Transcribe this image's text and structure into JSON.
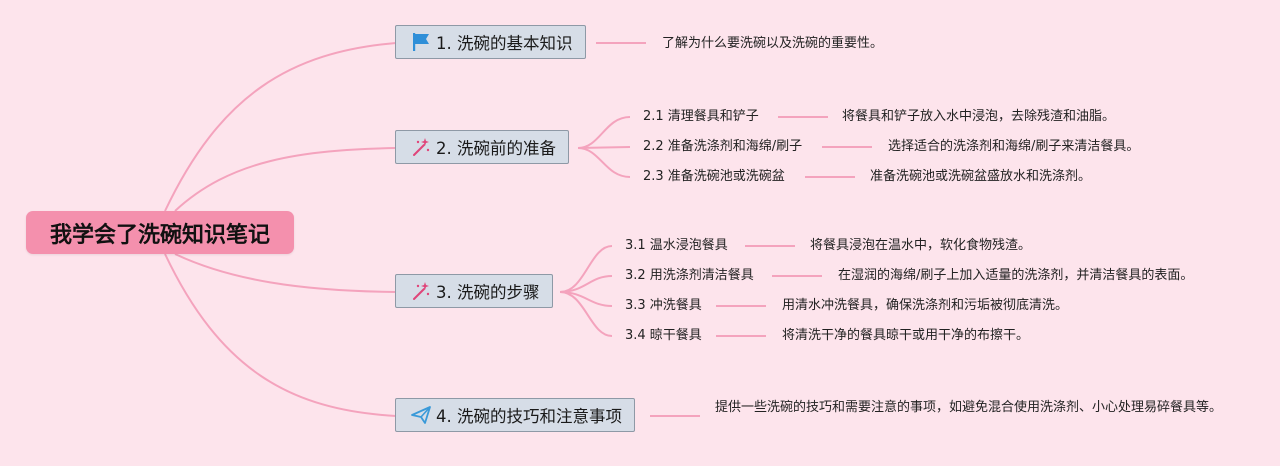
{
  "root": {
    "title": "我学会了洗碗知识笔记"
  },
  "branches": [
    {
      "label": "1. 洗碗的基本知识",
      "icon": "flag-icon",
      "desc": "了解为什么要洗碗以及洗碗的重要性。"
    },
    {
      "label": "2. 洗碗前的准备",
      "icon": "sparkle-wand-icon"
    },
    {
      "label": "3. 洗碗的步骤",
      "icon": "sparkle-wand-icon"
    },
    {
      "label": "4. 洗碗的技巧和注意事项",
      "icon": "paper-plane-icon",
      "desc": "提供一些洗碗的技巧和需要注意的事项，如避免混合使用洗涤剂、小心处理易碎餐具等。"
    }
  ],
  "subtopics": [
    {
      "label": "2.1 清理餐具和铲子",
      "desc": "将餐具和铲子放入水中浸泡，去除残渣和油脂。"
    },
    {
      "label": "2.2 准备洗涤剂和海绵/刷子",
      "desc": "选择适合的洗涤剂和海绵/刷子来清洁餐具。"
    },
    {
      "label": "2.3 准备洗碗池或洗碗盆",
      "desc": "准备洗碗池或洗碗盆盛放水和洗涤剂。"
    },
    {
      "label": "3.1 温水浸泡餐具",
      "desc": "将餐具浸泡在温水中，软化食物残渣。"
    },
    {
      "label": "3.2 用洗涤剂清洁餐具",
      "desc": "在湿润的海绵/刷子上加入适量的洗涤剂，并清洁餐具的表面。"
    },
    {
      "label": "3.3 冲洗餐具",
      "desc": "用清水冲洗餐具，确保洗涤剂和污垢被彻底清洗。"
    },
    {
      "label": "3.4 晾干餐具",
      "desc": "将清洗干净的餐具晾干或用干净的布擦干。"
    }
  ],
  "colors": {
    "background": "#fde4ec",
    "root": "#f490ad",
    "connector": "#f4a3bd",
    "branch_fill": "#d6dde7",
    "flag": "#2f8fd8",
    "sparkle": "#e0457a",
    "plane": "#3a9ad9"
  }
}
